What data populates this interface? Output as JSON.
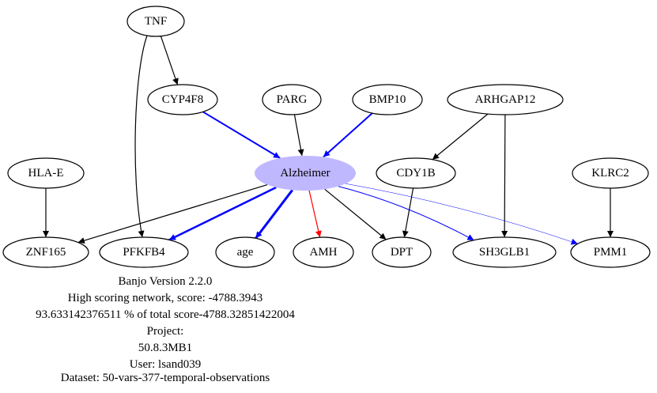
{
  "graph": {
    "nodes": [
      {
        "id": "TNF",
        "label": "TNF"
      },
      {
        "id": "CYP4F8",
        "label": "CYP4F8"
      },
      {
        "id": "PARG",
        "label": "PARG"
      },
      {
        "id": "BMP10",
        "label": "BMP10"
      },
      {
        "id": "ARHGAP12",
        "label": "ARHGAP12"
      },
      {
        "id": "HLA-E",
        "label": "HLA-E"
      },
      {
        "id": "Alzheimer",
        "label": "Alzheimer",
        "fill": "#c0b8ff",
        "border": "none"
      },
      {
        "id": "CDY1B",
        "label": "CDY1B"
      },
      {
        "id": "KLRC2",
        "label": "KLRC2"
      },
      {
        "id": "ZNF165",
        "label": "ZNF165"
      },
      {
        "id": "PFKFB4",
        "label": "PFKFB4"
      },
      {
        "id": "age",
        "label": "age"
      },
      {
        "id": "AMH",
        "label": "AMH"
      },
      {
        "id": "DPT",
        "label": "DPT"
      },
      {
        "id": "SH3GLB1",
        "label": "SH3GLB1"
      },
      {
        "id": "PMM1",
        "label": "PMM1"
      }
    ],
    "edges": [
      {
        "from": "TNF",
        "to": "CYP4F8",
        "color": "#000000"
      },
      {
        "from": "TNF",
        "to": "PFKFB4",
        "color": "#000000"
      },
      {
        "from": "CYP4F8",
        "to": "Alzheimer",
        "color": "#0000ff"
      },
      {
        "from": "PARG",
        "to": "Alzheimer",
        "color": "#000000"
      },
      {
        "from": "BMP10",
        "to": "Alzheimer",
        "color": "#0000ff"
      },
      {
        "from": "ARHGAP12",
        "to": "CDY1B",
        "color": "#000000"
      },
      {
        "from": "ARHGAP12",
        "to": "SH3GLB1",
        "color": "#000000"
      },
      {
        "from": "HLA-E",
        "to": "ZNF165",
        "color": "#000000"
      },
      {
        "from": "Alzheimer",
        "to": "ZNF165",
        "color": "#000000"
      },
      {
        "from": "Alzheimer",
        "to": "PFKFB4",
        "color": "#0000ff"
      },
      {
        "from": "Alzheimer",
        "to": "age",
        "color": "#0000ff"
      },
      {
        "from": "Alzheimer",
        "to": "AMH",
        "color": "#ff0000"
      },
      {
        "from": "Alzheimer",
        "to": "DPT",
        "color": "#000000"
      },
      {
        "from": "Alzheimer",
        "to": "SH3GLB1",
        "color": "#0000ff"
      },
      {
        "from": "Alzheimer",
        "to": "PMM1",
        "color": "#0000ff"
      },
      {
        "from": "CDY1B",
        "to": "DPT",
        "color": "#000000"
      },
      {
        "from": "KLRC2",
        "to": "PMM1",
        "color": "#000000"
      }
    ]
  },
  "caption": {
    "lines": [
      "Banjo Version 2.2.0",
      "High scoring network, score: -4788.3943",
      "93.633142376511 % of total score-4788.32851422004",
      "Project:",
      "50.8.3MB1",
      "User: lsand039",
      "Dataset: 50-vars-377-temporal-observations"
    ]
  }
}
